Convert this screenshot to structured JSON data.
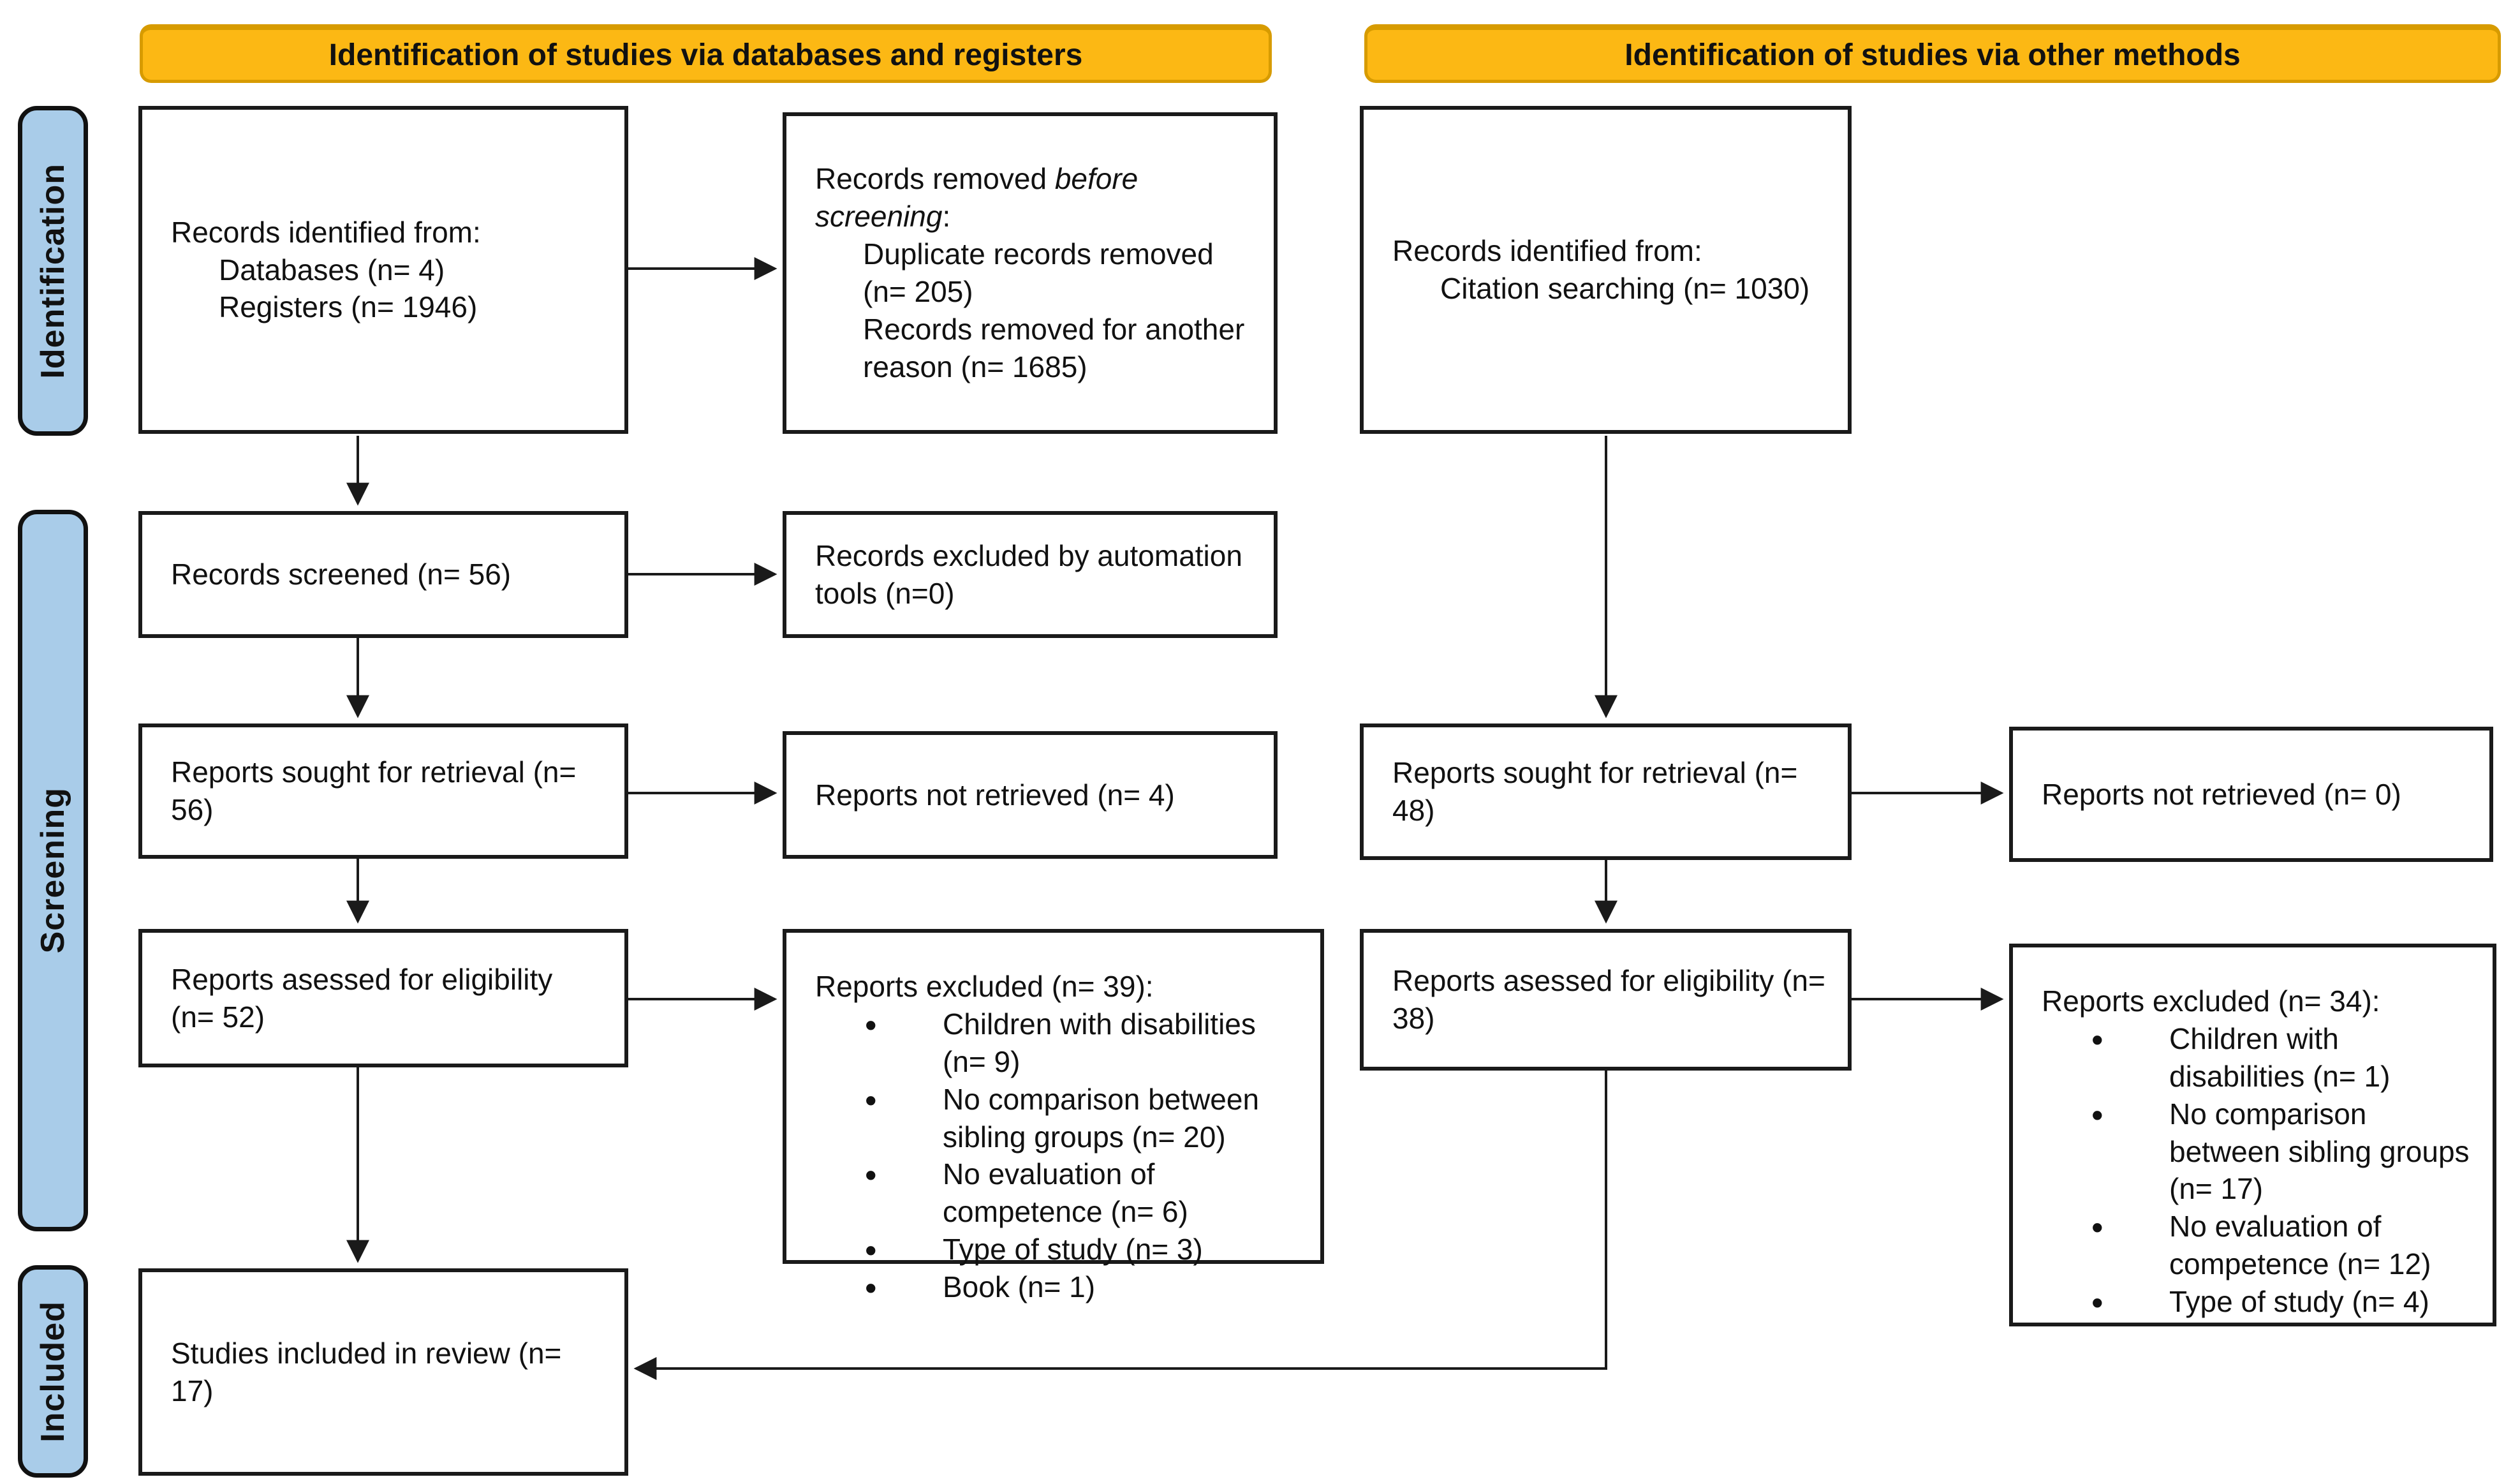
{
  "headers": {
    "left": "Identification of studies via databases and registers",
    "right": "Identification of studies via other methods"
  },
  "sidebar": {
    "identification": "Identification",
    "screening": "Screening",
    "included": "Included"
  },
  "colors": {
    "header_bg": "#FCB814",
    "header_border": "#D79B00",
    "stage_bg": "#A9CCE9",
    "box_border": "#1A1A1A",
    "arrow": "#1A1A1A",
    "text": "#111111"
  },
  "boxes": {
    "records_identified_db": {
      "title": "Records identified from:",
      "items": [
        "Databases (n= 4)",
        "Registers (n= 1946)"
      ]
    },
    "records_removed": {
      "prefix": "Records removed ",
      "emphasis": "before screening",
      "suffix": ":",
      "items": [
        "Duplicate records removed (n= 205)",
        "Records removed for another reason (n= 1685)"
      ]
    },
    "records_identified_citation": {
      "title": "Records identified from:",
      "items": [
        "Citation searching (n= 1030)"
      ]
    },
    "records_screened": {
      "text": "Records screened (n= 56)"
    },
    "records_excluded_automation": {
      "text": "Records excluded by automation tools (n=0)"
    },
    "reports_sought_db": {
      "text": "Reports sought for retrieval (n= 56)"
    },
    "reports_not_retrieved_db": {
      "text": "Reports not retrieved (n= 4)"
    },
    "reports_sought_other": {
      "text": "Reports sought for retrieval (n= 48)"
    },
    "reports_not_retrieved_other": {
      "text": "Reports not retrieved (n= 0)"
    },
    "reports_assessed_db": {
      "text": "Reports asessed for eligibility (n= 52)"
    },
    "reports_excluded_db": {
      "title": "Reports excluded (n= 39):",
      "bullets": [
        "Children with disabilities (n= 9)",
        "No comparison between sibling groups (n= 20)",
        "No evaluation of competence (n= 6)",
        "Type of study (n= 3)",
        "Book (n= 1)"
      ]
    },
    "reports_assessed_other": {
      "text": "Reports asessed for eligibility (n= 38)"
    },
    "reports_excluded_other": {
      "title": "Reports excluded (n= 34):",
      "bullets": [
        "Children with disabilities (n= 1)",
        "No comparison between sibling groups (n= 17)",
        "No evaluation of competence (n= 12)",
        "Type of study (n= 4)"
      ]
    },
    "studies_included": {
      "text": "Studies included in review (n= 17)"
    }
  }
}
